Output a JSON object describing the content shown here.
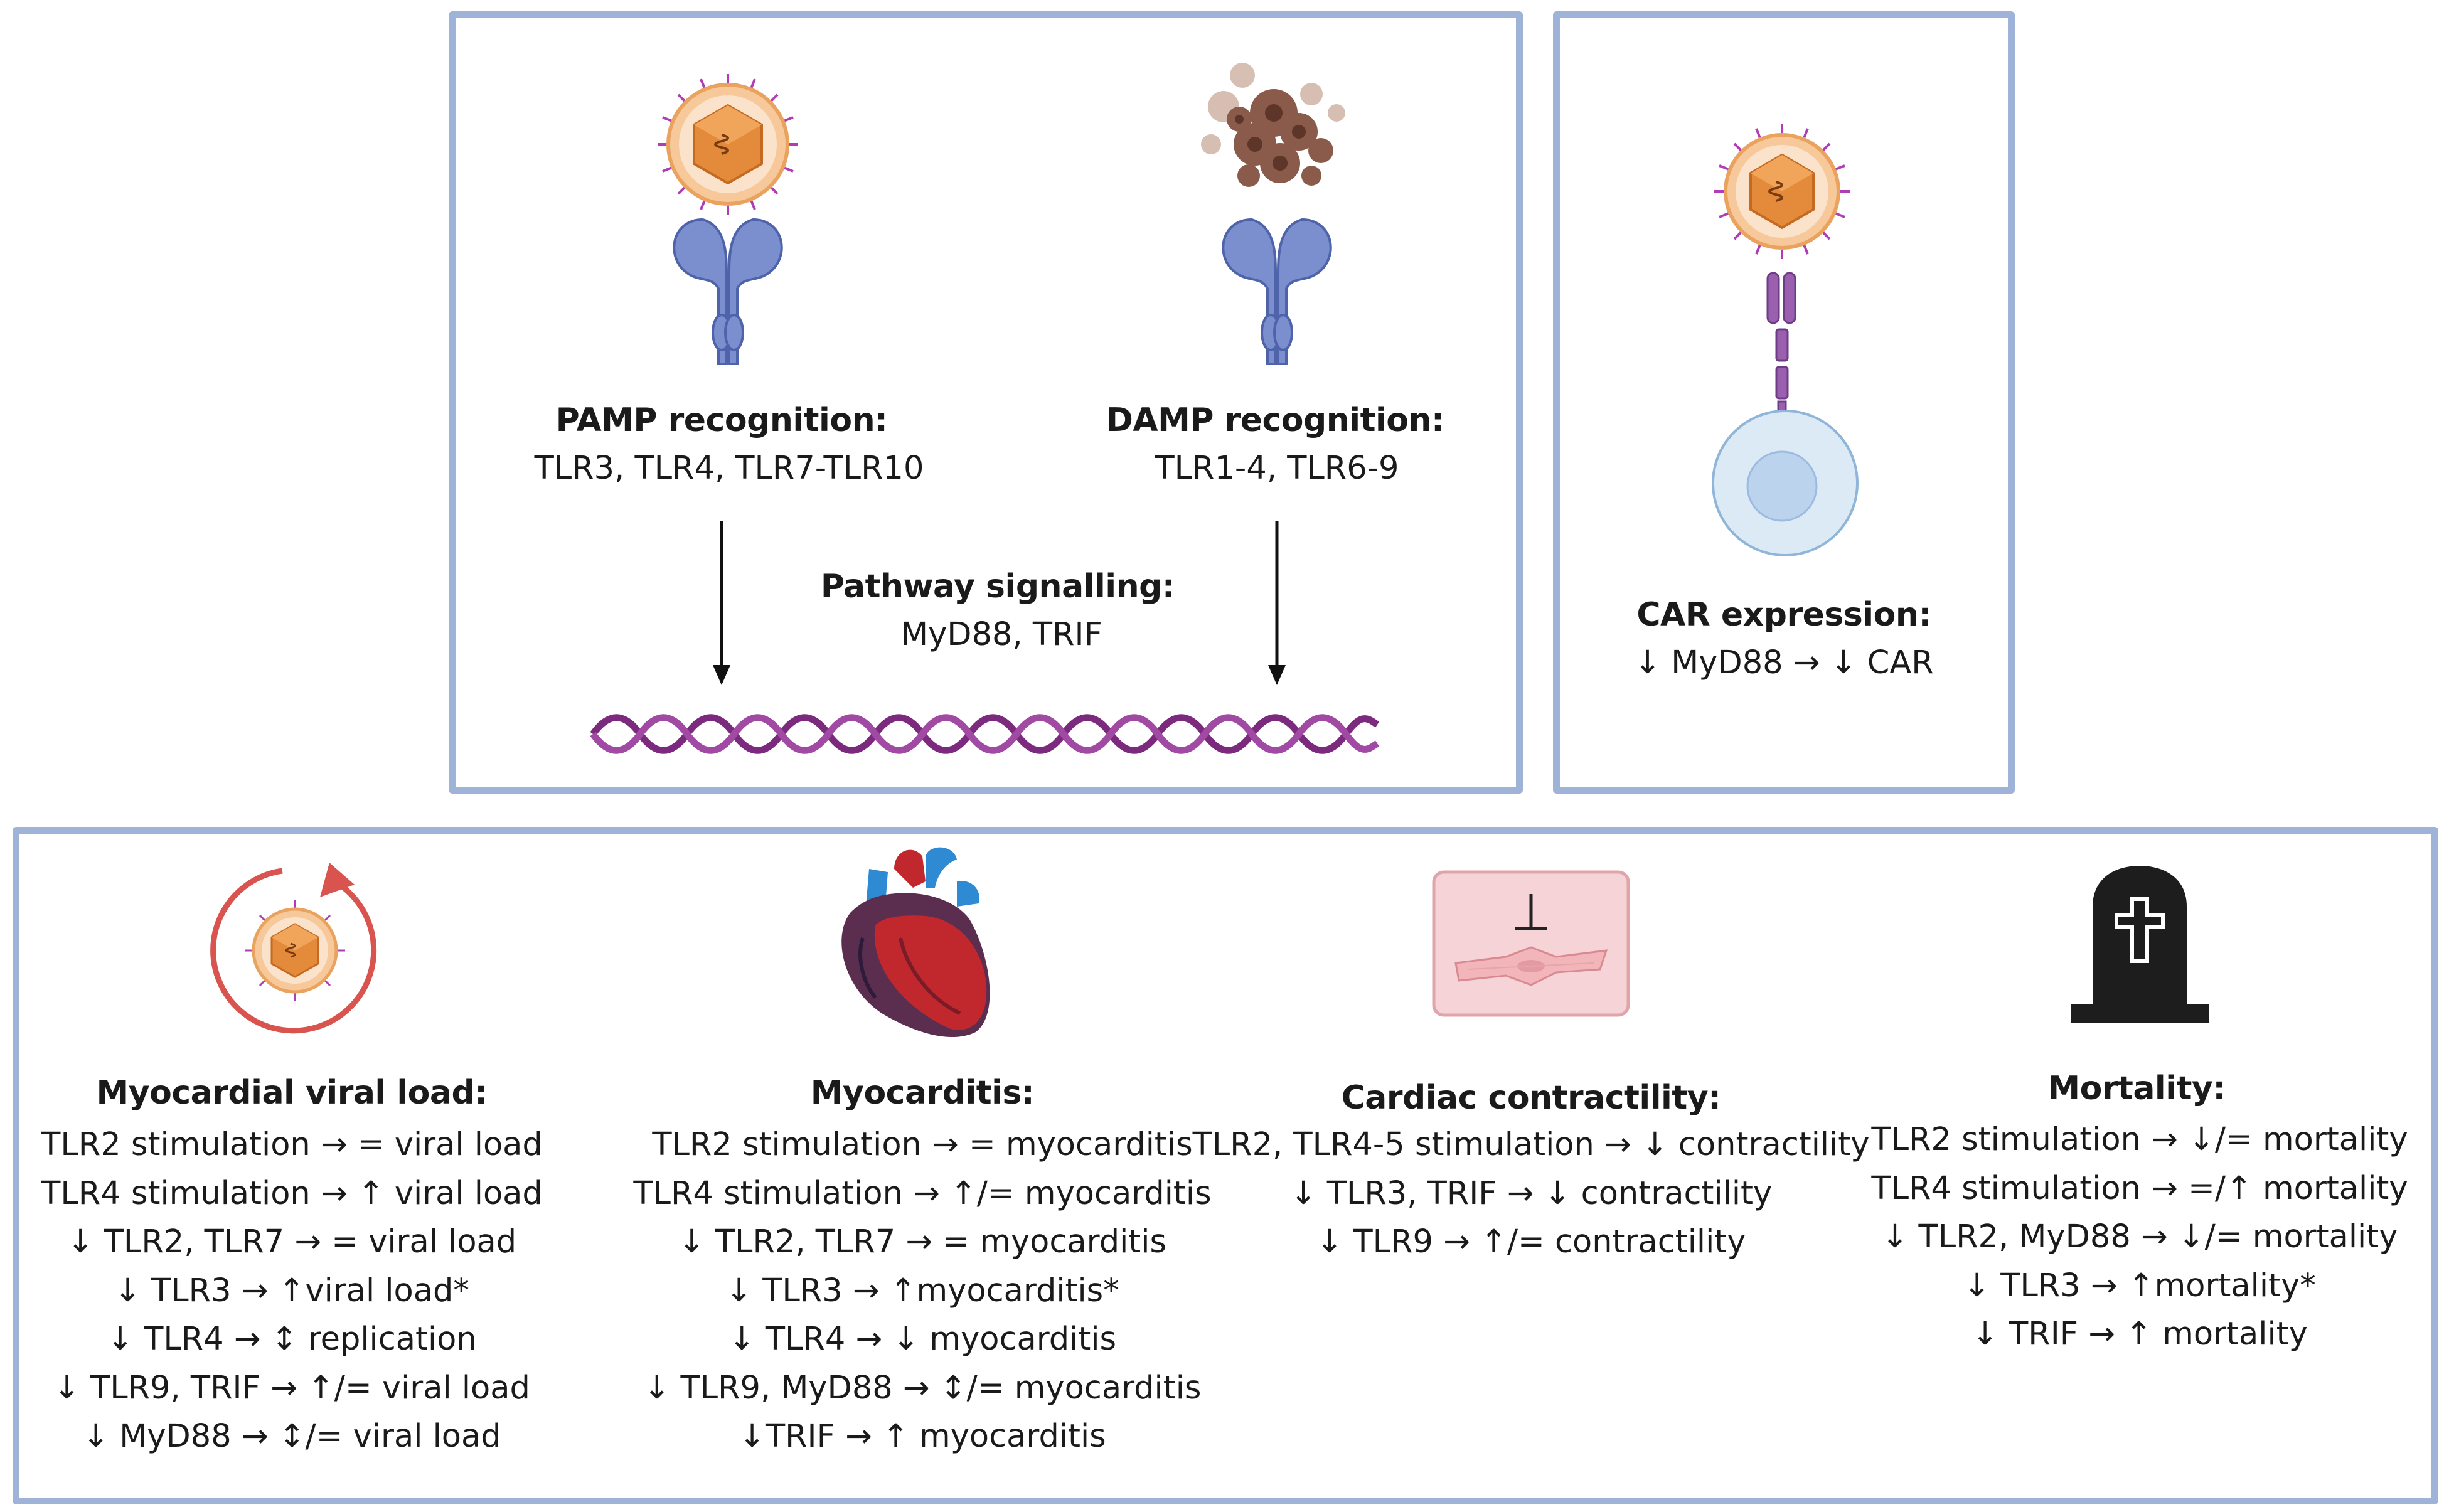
{
  "panels": {
    "top_left": {
      "pamp": {
        "title": "PAMP recognition:",
        "body": "TLR3, TLR4, TLR7-TLR10"
      },
      "damp": {
        "title": "DAMP recognition:",
        "body": "TLR1-4, TLR6-9"
      },
      "pathway": {
        "title": "Pathway signalling:",
        "body": "MyD88, TRIF"
      }
    },
    "top_right": {
      "car": {
        "title": "CAR expression:",
        "body": "↓ MyD88 → ↓ CAR"
      }
    },
    "bottom": {
      "viral_load": {
        "title": "Myocardial viral load:",
        "lines": [
          "TLR2 stimulation → = viral load",
          "TLR4 stimulation → ↑ viral load",
          "↓ TLR2, TLR7 → = viral load",
          "↓ TLR3 → ↑viral load*",
          "↓ TLR4 → ↕ replication",
          "↓ TLR9, TRIF → ↑/= viral load",
          "↓ MyD88 → ↕/= viral load"
        ]
      },
      "myocarditis": {
        "title": "Myocarditis:",
        "lines": [
          "TLR2 stimulation → = myocarditis",
          "TLR4 stimulation → ↑/= myocarditis",
          "↓ TLR2, TLR7 → = myocarditis",
          "↓ TLR3 → ↑myocarditis*",
          "↓ TLR4 → ↓ myocarditis",
          "↓ TLR9, MyD88 → ↕/= myocarditis",
          "↓TRIF → ↑ myocarditis"
        ]
      },
      "contractility": {
        "title": "Cardiac contractility:",
        "lines": [
          "TLR2, TLR4-5 stimulation → ↓ contractility",
          "↓ TLR3, TRIF → ↓ contractility",
          "↓ TLR9 → ↑/= contractility"
        ]
      },
      "mortality": {
        "title": "Mortality:",
        "lines": [
          "TLR2 stimulation → ↓/= mortality",
          "TLR4 stimulation → =/↑ mortality",
          "↓ TLR2, MyD88 → ↓/= mortality",
          "↓ TLR3 → ↑mortality*",
          "↓ TRIF → ↑ mortality"
        ]
      }
    }
  },
  "icons": [
    "virus-icon",
    "tlr-receptor-icon",
    "damp-debris-icon",
    "dna-helix-icon",
    "car-receptor-icon",
    "cell-icon",
    "replication-cycle-icon",
    "heart-icon",
    "contractility-inhibition-icon",
    "tombstone-icon"
  ],
  "colors": {
    "panel_border": "#9fb2d7",
    "receptor": "#7b8fcf",
    "dna": "#7b2a7e",
    "virus_core": "#e38b3b",
    "heart_red": "#c0282e",
    "cycle_red": "#d9534f",
    "tombstone": "#1d1d1d"
  }
}
